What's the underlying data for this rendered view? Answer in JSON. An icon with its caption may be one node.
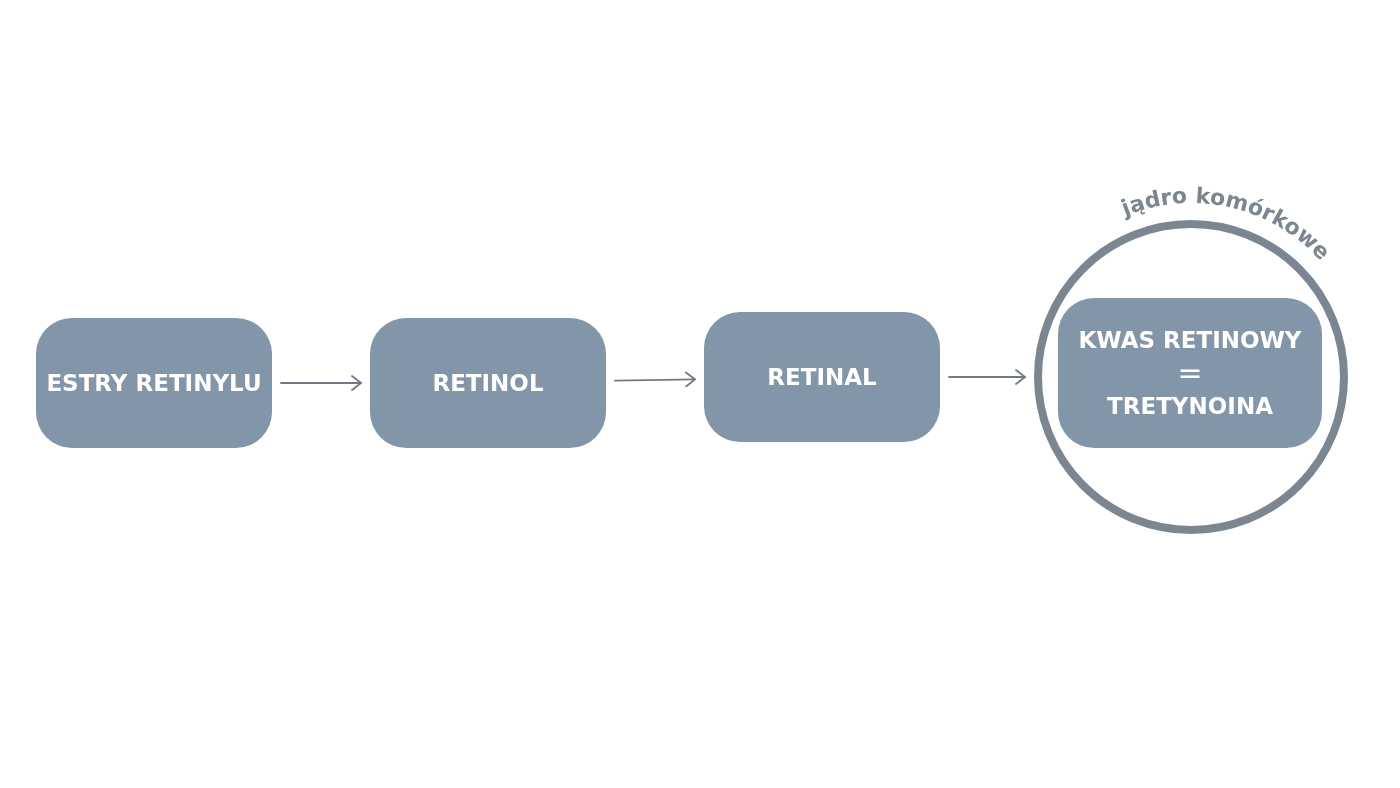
{
  "diagram": {
    "nodes": [
      {
        "text": [
          "ESTRY RETINYLU"
        ]
      },
      {
        "text": [
          "RETINOL"
        ]
      },
      {
        "text": [
          "RETINAL"
        ]
      },
      {
        "text": [
          "jądro komórkowe"
        ]
      },
      {
        "text": [
          "KWAS RETINOWY",
          "=",
          "TRETYNOINA"
        ],
        "in": 3
      }
    ],
    "edges": [
      {
        "from": 0,
        "to": 1,
        "arrow": "to"
      },
      {
        "from": 1,
        "to": 2,
        "arrow": "to"
      },
      {
        "from": 2,
        "to": 3,
        "arrow": "to"
      }
    ]
  }
}
